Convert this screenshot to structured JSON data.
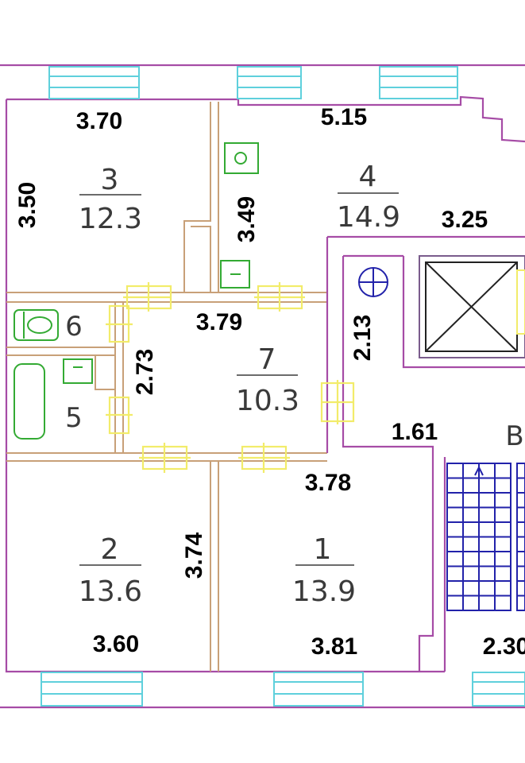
{
  "rooms": [
    {
      "number": "3",
      "area": "12.3"
    },
    {
      "number": "4",
      "area": "14.9"
    },
    {
      "number": "7",
      "area": "10.3"
    },
    {
      "number": "2",
      "area": "13.6"
    },
    {
      "number": "1",
      "area": "13.9"
    },
    {
      "number": "6"
    },
    {
      "number": "5"
    }
  ],
  "dimensions": {
    "room3_width": "3.70",
    "room3_height": "3.50",
    "room4_width": "5.15",
    "wall_349": "3.49",
    "room4_right": "3.25",
    "corridor_width": "3.79",
    "corridor_height": "2.73",
    "hall_213": "2.13",
    "hall_161": "1.61",
    "room1_top": "3.78",
    "room2_height": "3.74",
    "room2_width": "3.60",
    "room1_width": "3.81",
    "stair_width": "2.30"
  },
  "edge_label": "B",
  "colors": {
    "walls": "#a64ca6",
    "windows": "#5fd0dc",
    "doors": "#f2ec6a",
    "fixtures": "#33aa33",
    "stairs": "#2222aa"
  }
}
